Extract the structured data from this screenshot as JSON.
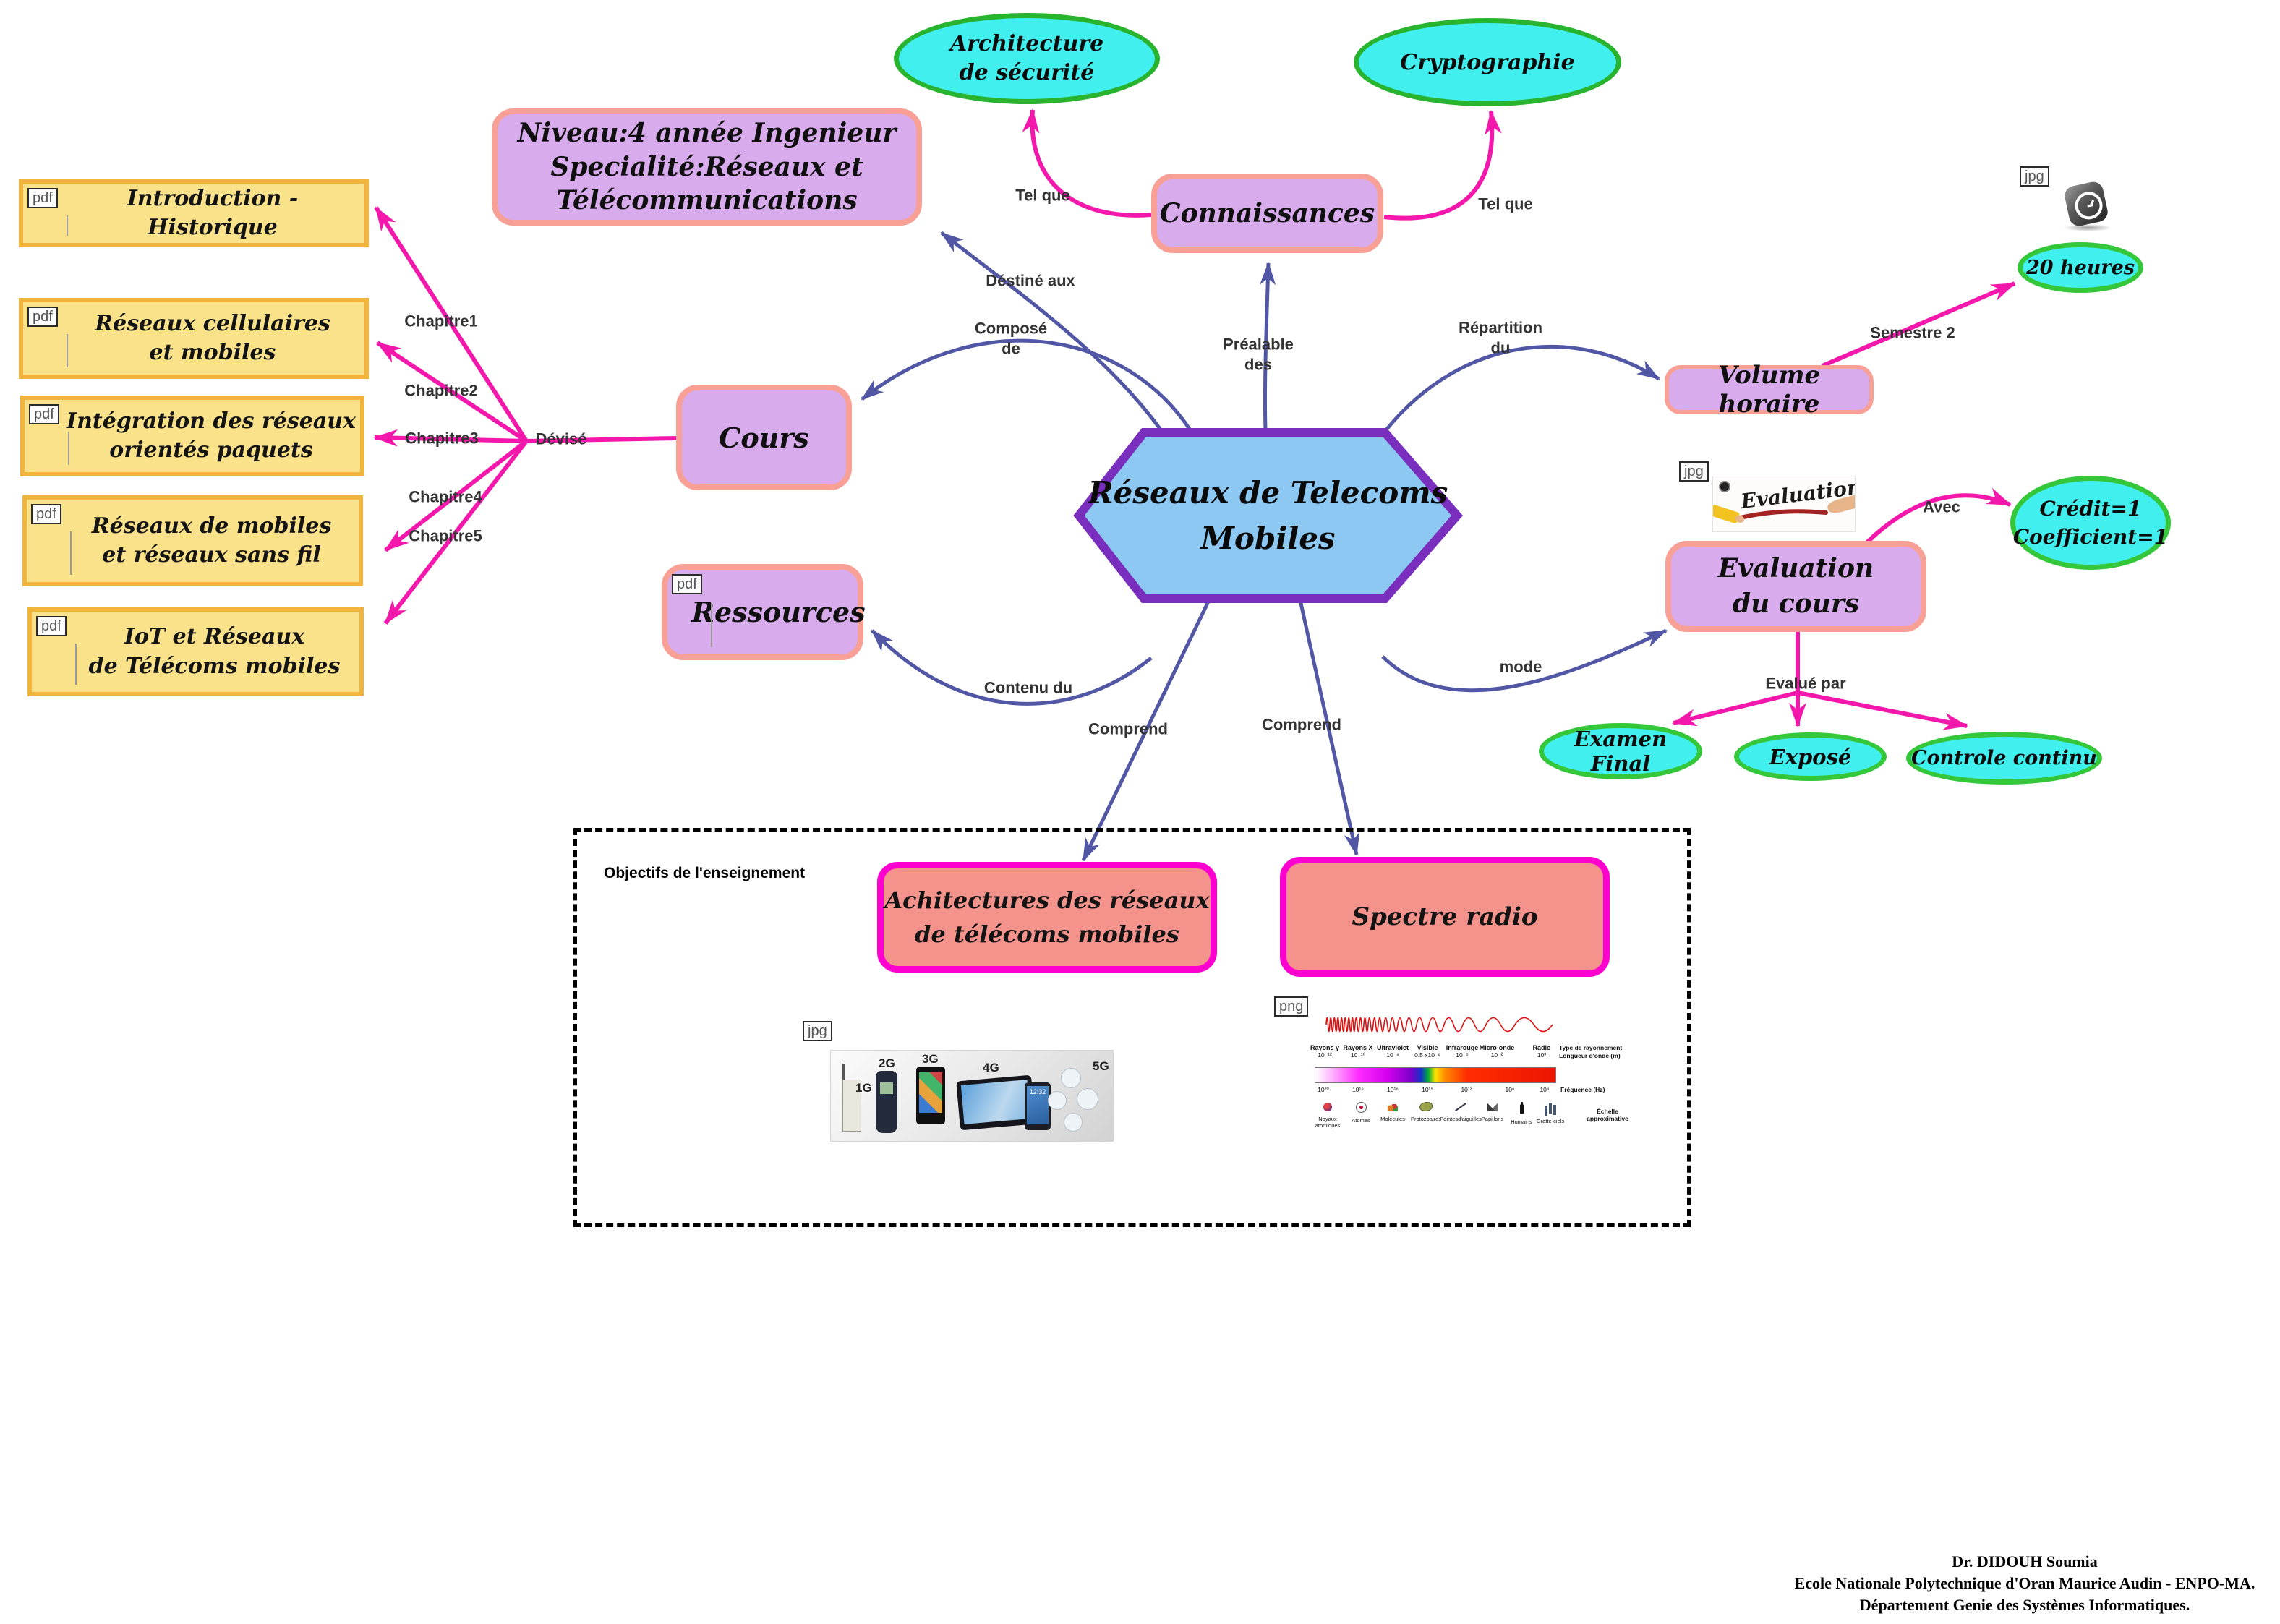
{
  "hexagon": {
    "line1": "Réseaux de Telecoms",
    "line2": "Mobiles"
  },
  "nodes": {
    "niveau": {
      "lines": [
        "Niveau:4 année Ingenieur",
        "Specialité:Réseaux et",
        "Télécommunications"
      ]
    },
    "connaissances": {
      "label": "Connaissances"
    },
    "cours": {
      "label": "Cours"
    },
    "ressources": {
      "label": "Ressources",
      "tag": "pdf"
    },
    "volume": {
      "label": "Volume horaire"
    },
    "evaluation": {
      "line1": "Evaluation",
      "line2": "du cours"
    },
    "achitectures": {
      "line1": "Achitectures des réseaux",
      "line2": "de télécoms mobiles"
    },
    "spectre": {
      "label": "Spectre radio"
    }
  },
  "ellipses": {
    "architecture": {
      "line1": "Architecture",
      "line2": "de sécurité"
    },
    "cryptographie": {
      "label": "Cryptographie"
    },
    "heures": {
      "label": "20 heures"
    },
    "credit": {
      "line1": "Crédit=1",
      "line2": "Coefficient=1"
    },
    "examen": {
      "label": "Examen Final"
    },
    "expose": {
      "label": "Exposé"
    },
    "controle": {
      "label": "Controle continu"
    }
  },
  "chapters": [
    {
      "tag": "pdf",
      "lines": [
        "Introduction - Historique"
      ]
    },
    {
      "tag": "pdf",
      "lines": [
        "Réseaux cellulaires",
        "et mobiles"
      ]
    },
    {
      "tag": "pdf",
      "lines": [
        "Intégration des réseaux",
        "orientés paquets"
      ]
    },
    {
      "tag": "pdf",
      "lines": [
        "Réseaux de mobiles",
        "et réseaux sans fil"
      ]
    },
    {
      "tag": "pdf",
      "lines": [
        "IoT et Réseaux",
        "de Télécoms mobiles"
      ]
    }
  ],
  "edge_labels": {
    "tel_que_left": "Tel que",
    "tel_que_right": "Tel que",
    "destine": "Déstiné aux",
    "compose_1": "Composé",
    "compose_2": "de",
    "prealable_1": "Préalable",
    "prealable_2": "des",
    "repartition_1": "Répartition",
    "repartition_2": "du",
    "semestre": "Semestre 2",
    "devise": "Dévisé",
    "chapitre1": "Chapitre1",
    "chapitre2": "Chapitre2",
    "chapitre3": "Chapitre3",
    "chapitre4": "Chapitre4",
    "chapitre5": "Chapitre5",
    "contenu": "Contenu du",
    "mode": "mode",
    "avec": "Avec",
    "evalue": "Evalué par",
    "comprend_left": "Comprend",
    "comprend_right": "Comprend"
  },
  "objectives_box": {
    "title": "Objectifs de l'enseignement"
  },
  "images": {
    "clock": {
      "tag": "jpg"
    },
    "evaluation": {
      "tag": "jpg",
      "word": "Evaluation"
    },
    "phones": {
      "tag": "jpg",
      "generations": [
        "1G",
        "2G",
        "3G",
        "4G",
        "5G"
      ],
      "time": "12:32"
    },
    "spectrum": {
      "tag": "png",
      "types": [
        "Rayons γ",
        "Rayons X",
        "Ultraviolet",
        "Visible",
        "Infrarouge",
        "Micro-onde",
        "Radio"
      ],
      "wavelengths": [
        "10⁻¹²",
        "10⁻¹⁰",
        "10⁻⁸",
        "0.5 x10⁻⁶",
        "10⁻⁵",
        "10⁻²",
        "10³"
      ],
      "frequencies": [
        "10²⁰",
        "10¹⁸",
        "10¹⁶",
        "10¹⁵",
        "10¹²",
        "10⁸",
        "10⁴"
      ],
      "scale_items": [
        "Noyaux atomiques",
        "Atomes",
        "Molécules",
        "Protozoaires",
        "Pointesd'aiguilles",
        "Papillons",
        "Humains",
        "Gratte-ciels"
      ],
      "caption_type": "Type de rayonnement",
      "caption_wavelength": "Longueur d'onde (m)",
      "caption_frequency": "Fréquence (Hz)",
      "caption_scale": "Échelle approximative"
    }
  },
  "footer": {
    "lines": [
      "Dr. DIDOUH Soumia",
      "Ecole Nationale Polytechnique d'Oran Maurice Audin - ENPO-MA.",
      "Département Genie des Systèmes Informatiques."
    ]
  },
  "colors": {
    "node_fill": "#d8abec",
    "node_border": "#f8a096",
    "hex_fill": "#8cc8f2",
    "hex_border": "#7a2ebd",
    "ellipse_fill": "#41efef",
    "ellipse_border": "#35c73a",
    "chapter_fill": "#fae28a",
    "chapter_border": "#f1b43c",
    "objective_fill": "#f4928c",
    "objective_border": "#fd00d0",
    "edge_blue": "#5157a5",
    "edge_magenta": "#f317ac"
  }
}
